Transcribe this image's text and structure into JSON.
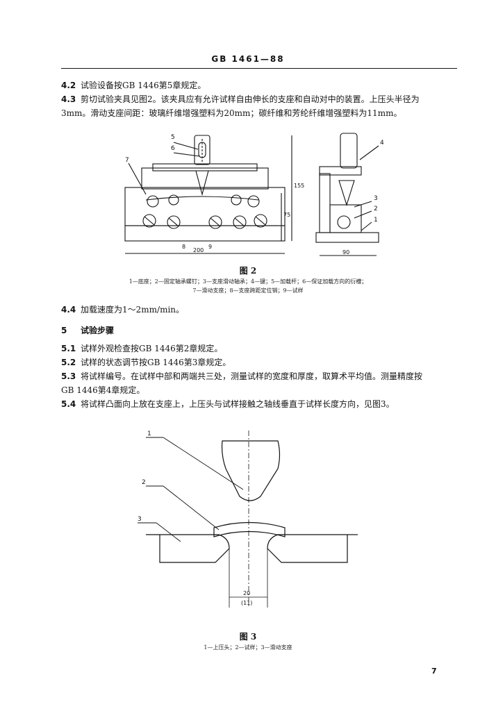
{
  "header": {
    "text": "GB  1461—88"
  },
  "sections": {
    "s4_2": {
      "num": "4.2",
      "text": "试验设备按GB  1446第5章规定。"
    },
    "s4_3": {
      "num": "4.3",
      "line1": "剪切试验夹具见图2。该夹具应有允许试样自由伸长的支座和自动对中的装置。上压头半径为",
      "line2": "3mm。滑动支座间距：玻璃纤维增强塑料为20mm；碳纤维和芳纶纤维增强塑料为11mm。"
    },
    "s4_4": {
      "num": "4.4",
      "text": "加载速度为1～2mm/min。"
    },
    "s5": {
      "num": "5",
      "title": "试验步骤"
    },
    "s5_1": {
      "num": "5.1",
      "text": "试样外观检查按GB  1446第2章规定。"
    },
    "s5_2": {
      "num": "5.2",
      "text": "试样的状态调节按GB  1446第3章规定。"
    },
    "s5_3": {
      "num": "5.3",
      "line1": "将试样编号。在试样中部和两端共三处，测量试样的宽度和厚度，取算术平均值。测量精度按",
      "line2": "GB  1446第4章规定。"
    },
    "s5_4": {
      "num": "5.4",
      "text": "将试样凸面向上放在支座上，上压头与试样接触之轴线垂直于试样长度方向，见图3。"
    }
  },
  "figure2": {
    "title": "图 2",
    "legend_line1": "1—底座；2—固定轴承螺钉；3—支座滑动轴承；4—键；5—加载杆；6—保证加载方向的衍槽；",
    "legend_line2": "7—滑动支座；8—支座跨距定位销；9—试样",
    "labels": {
      "l1": "1",
      "l2": "2",
      "l3": "3",
      "l4": "4",
      "l5": "5",
      "l6": "6",
      "l7": "7",
      "l8": "8",
      "l9": "9"
    },
    "dims": {
      "width": "200",
      "height_total": "155",
      "height_base": "75",
      "side_width": "90"
    }
  },
  "figure3": {
    "title": "图 3",
    "legend": "1—上压头；2—试样；3—滑动支座",
    "labels": {
      "l1": "1",
      "l2": "2",
      "l3": "3"
    },
    "dims": {
      "span": "20",
      "span_alt": "(11)"
    }
  },
  "page_number": "7"
}
